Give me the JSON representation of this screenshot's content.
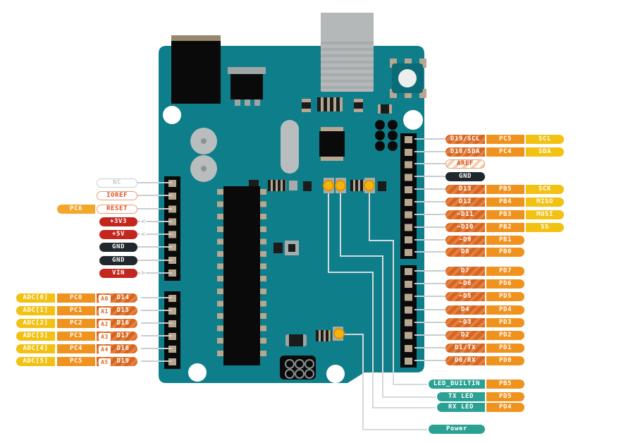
{
  "colors": {
    "board_teal": "#0D7E8A",
    "digital_pin_orange": "#D8651F",
    "port_pin_orange": "#F0921E",
    "function_pin_yellow": "#F2C112",
    "power_red": "#C3261D",
    "ground_dark": "#20282D",
    "led_teal": "#2AA193",
    "outline_text_orange": "#DB5527",
    "connector_line_gray": "#C9CDD0"
  },
  "pins": {
    "left_power": [
      {
        "label": "NC"
      },
      {
        "label": "IOREF"
      },
      {
        "label": "RESET",
        "port": "PC6"
      },
      {
        "label": "+3V3",
        "arrow": "<"
      },
      {
        "label": "+5V",
        "arrow": "<"
      },
      {
        "label": "GND"
      },
      {
        "label": "GND"
      },
      {
        "label": "VIN",
        "arrow": ">"
      }
    ],
    "left_analog": [
      {
        "adc": "ADC[0]",
        "port": "PC0",
        "a": "A0",
        "d": "D14"
      },
      {
        "adc": "ADC[1]",
        "port": "PC1",
        "a": "A1",
        "d": "D15"
      },
      {
        "adc": "ADC[2]",
        "port": "PC2",
        "a": "A2",
        "d": "D16"
      },
      {
        "adc": "ADC[3]",
        "port": "PC3",
        "a": "A3",
        "d": "D17"
      },
      {
        "adc": "ADC[4]",
        "port": "PC4",
        "a": "A4",
        "d": "D18"
      },
      {
        "adc": "ADC[5]",
        "port": "PC5",
        "a": "A5",
        "d": "D19"
      }
    ],
    "right_top": [
      {
        "d": "D19/SCL",
        "port": "PC5",
        "fn": "SCL"
      },
      {
        "d": "D18/SDA",
        "port": "PC4",
        "fn": "SDA"
      },
      {
        "d": "AREF"
      },
      {
        "d": "GND"
      },
      {
        "d": "D13",
        "port": "PB5",
        "fn": "SCK"
      },
      {
        "d": "D12",
        "port": "PB4",
        "fn": "MISO"
      },
      {
        "d": "~D11",
        "port": "PB3",
        "fn": "MOSI"
      },
      {
        "d": "~D10",
        "port": "PB2",
        "fn": "SS"
      },
      {
        "d": "~D9",
        "port": "PB1"
      },
      {
        "d": "D8",
        "port": "PB0"
      }
    ],
    "right_digital": [
      {
        "d": "D7",
        "port": "PD7"
      },
      {
        "d": "~D6",
        "port": "PD6"
      },
      {
        "d": "~D5",
        "port": "PD5"
      },
      {
        "d": "D4",
        "port": "PD4"
      },
      {
        "d": "~D3",
        "port": "PD3"
      },
      {
        "d": "D2",
        "port": "PD2"
      },
      {
        "d": "D1/TX",
        "port": "PD1"
      },
      {
        "d": "D0/RX",
        "port": "PD0"
      }
    ],
    "leds": [
      {
        "label": "LED_BUILTIN",
        "port": "PB5"
      },
      {
        "label": "TX LED",
        "port": "PD5"
      },
      {
        "label": "RX LED",
        "port": "PD4"
      }
    ],
    "power_led": {
      "label": "Power"
    }
  }
}
